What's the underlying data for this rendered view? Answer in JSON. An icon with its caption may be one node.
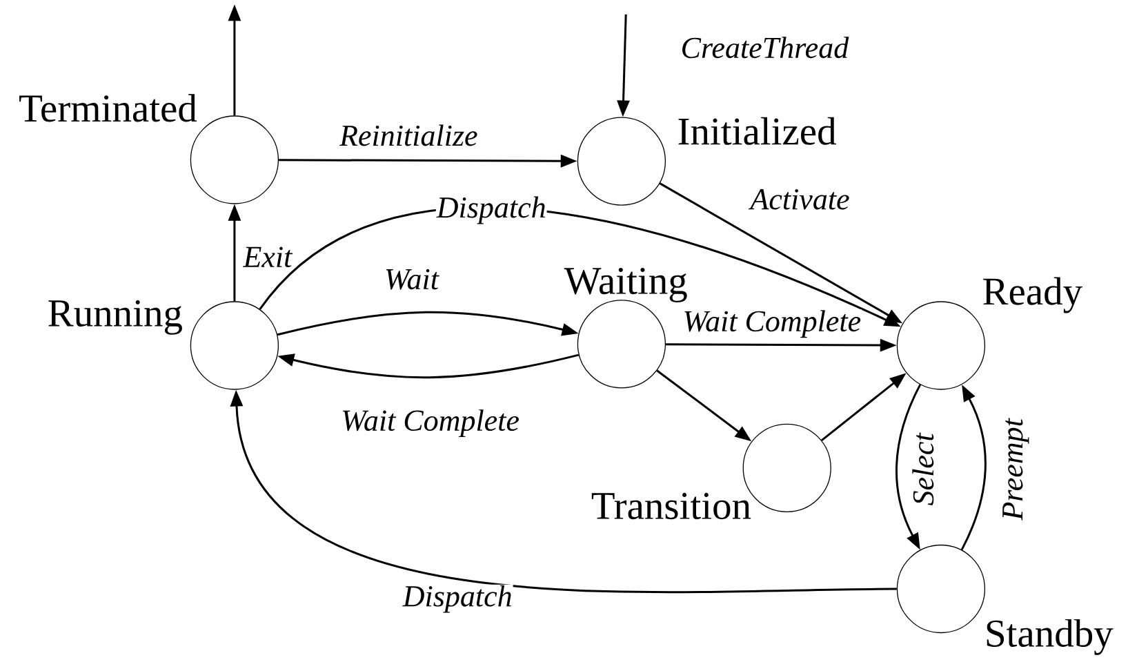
{
  "diagram": {
    "nodes": [
      {
        "text": [
          "Terminated"
        ]
      },
      {
        "text": [
          "Initialized"
        ]
      },
      {
        "text": [
          "Running"
        ]
      },
      {
        "text": [
          "Waiting"
        ]
      },
      {
        "text": [
          "Ready"
        ]
      },
      {
        "text": [
          "Transition"
        ]
      },
      {
        "text": [
          "Standby"
        ]
      }
    ],
    "edges": [
      {
        "from": 0,
        "to": null,
        "arrow": "to"
      },
      {
        "from": null,
        "to": 1,
        "arrow": "to",
        "label": "CreateThread"
      },
      {
        "from": 0,
        "to": 1,
        "arrow": "to",
        "label": "Reinitialize"
      },
      {
        "from": 1,
        "to": 4,
        "arrow": "to",
        "label": "Activate"
      },
      {
        "from": 2,
        "to": 4,
        "arrow": "to",
        "label": "Dispatch"
      },
      {
        "from": 2,
        "to": 0,
        "arrow": "to",
        "label": "Exit"
      },
      {
        "from": 2,
        "to": 3,
        "arrow": "to",
        "label": "Wait"
      },
      {
        "from": 3,
        "to": 2,
        "arrow": "to",
        "label": "Wait Complete"
      },
      {
        "from": 3,
        "to": 4,
        "arrow": "to",
        "label": "Wait Complete"
      },
      {
        "from": 3,
        "to": 5,
        "arrow": "to"
      },
      {
        "from": 5,
        "to": 4,
        "arrow": "to"
      },
      {
        "from": 4,
        "to": 6,
        "arrow": "to",
        "label": "Select"
      },
      {
        "from": 6,
        "to": 4,
        "arrow": "to",
        "label": "Preempt"
      },
      {
        "from": 6,
        "to": 2,
        "arrow": "to",
        "label": "Dispatch"
      }
    ]
  }
}
